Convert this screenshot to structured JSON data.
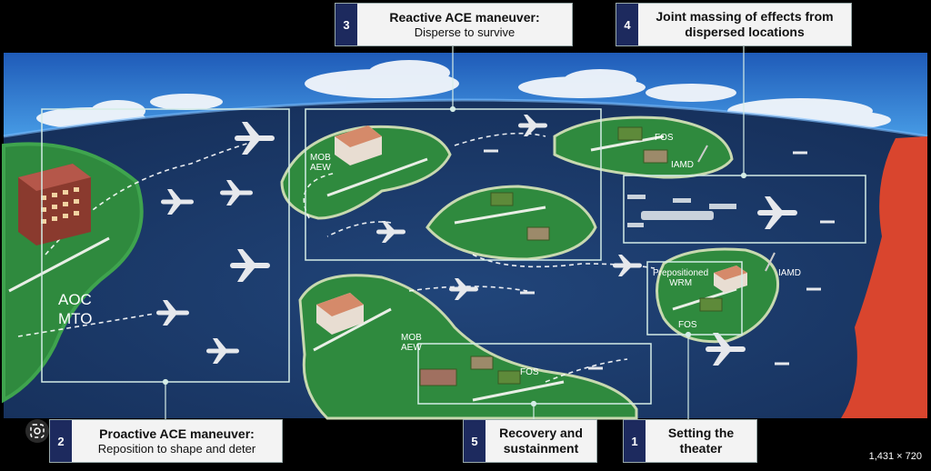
{
  "callouts": [
    {
      "num": "3",
      "title": "Reactive ACE maneuver:",
      "subtitle": "Disperse to survive"
    },
    {
      "num": "4",
      "title": "Joint massing of effects from",
      "subtitle": "dispersed locations"
    },
    {
      "num": "2",
      "title": "Proactive ACE maneuver:",
      "subtitle": "Reposition to shape and deter"
    },
    {
      "num": "5",
      "title": "Recovery and",
      "subtitle": "sustainment"
    },
    {
      "num": "1",
      "title": "Setting the",
      "subtitle": "theater"
    }
  ],
  "map_labels": {
    "mob_top": [
      "MOB",
      "AEW"
    ],
    "fos_top": "FOS",
    "iamd_top": "IAMD",
    "aoc": "AOC",
    "mto": "MTO",
    "prepositioned": [
      "Prepositioned",
      "WRM"
    ],
    "iamd_right": "IAMD",
    "fos_right": "FOS",
    "mob_bottom": [
      "MOB",
      "AEW"
    ],
    "fos_bottom": "FOS"
  },
  "image_dimensions": "1,431 × 720",
  "colors": {
    "ocean": "#1b3a6b",
    "land": "#2f8a3e",
    "sky": "#2c6fcb",
    "hostile": "#d9452e",
    "callout_num": "#1d2a5e",
    "box_line": "#cfe9e4"
  },
  "icons": [
    "lens-icon",
    "aircraft-icon",
    "building-icon",
    "tent-icon",
    "ship-icon",
    "missile-launcher-icon"
  ]
}
